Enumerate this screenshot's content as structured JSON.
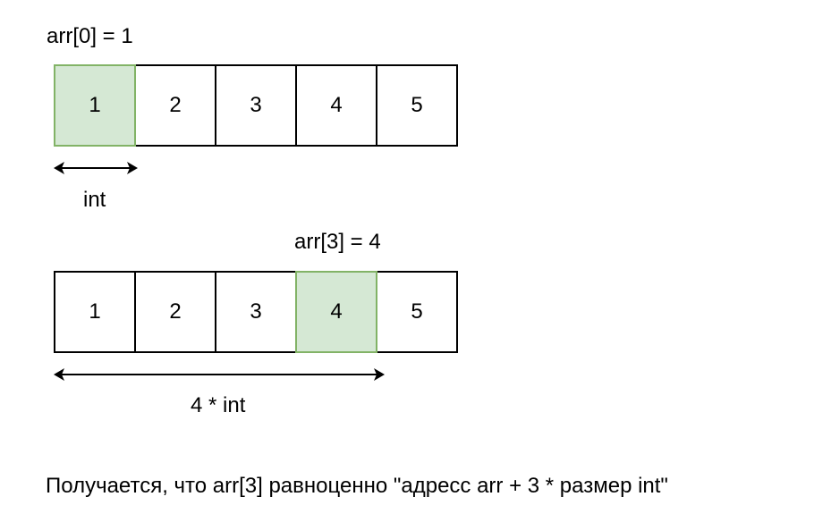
{
  "diagram1": {
    "title": "arr[0] = 1",
    "cells": [
      "1",
      "2",
      "3",
      "4",
      "5"
    ],
    "highlight_index": 0,
    "arrow_label": "int"
  },
  "diagram2": {
    "title": "arr[3] = 4",
    "cells": [
      "1",
      "2",
      "3",
      "4",
      "5"
    ],
    "highlight_index": 3,
    "arrow_label": "4 * int"
  },
  "caption": "Получается, что arr[3] равноценно \"адресс arr + 3 * размер int\"",
  "colors": {
    "highlight_fill": "#d5e8d4",
    "highlight_border": "#82b366"
  }
}
